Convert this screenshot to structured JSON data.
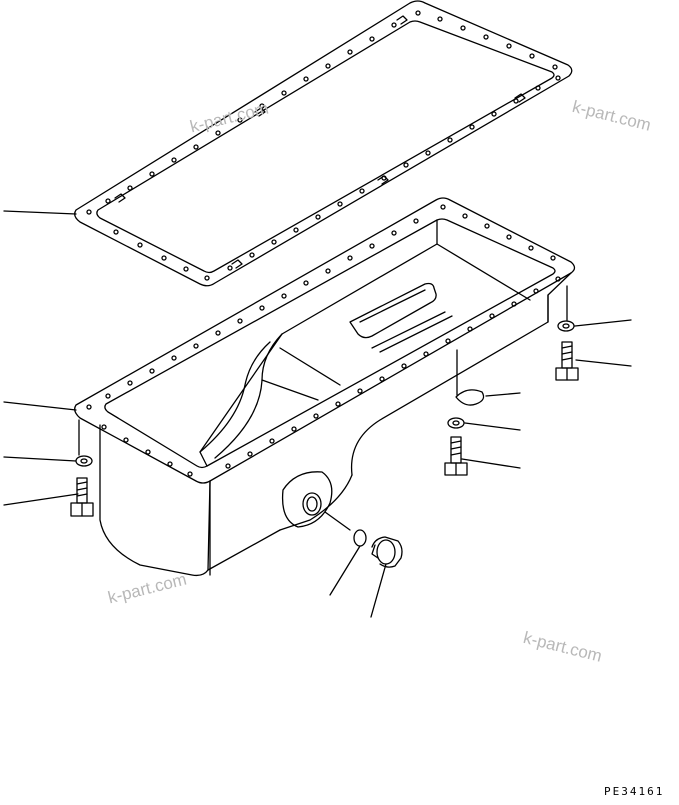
{
  "diagram": {
    "type": "exploded parts diagram",
    "parts": [
      "oil-pan-gasket",
      "oil-pan",
      "washer",
      "bolt",
      "drain-plug",
      "o-ring"
    ]
  },
  "watermarks": [
    "k-part.com",
    "k-part.com",
    "k-part.com",
    "k-part.com"
  ],
  "drawing_code": "PE34161",
  "colors": {
    "line": "#000000",
    "watermark": "#b8b8b8",
    "background": "#ffffff"
  }
}
